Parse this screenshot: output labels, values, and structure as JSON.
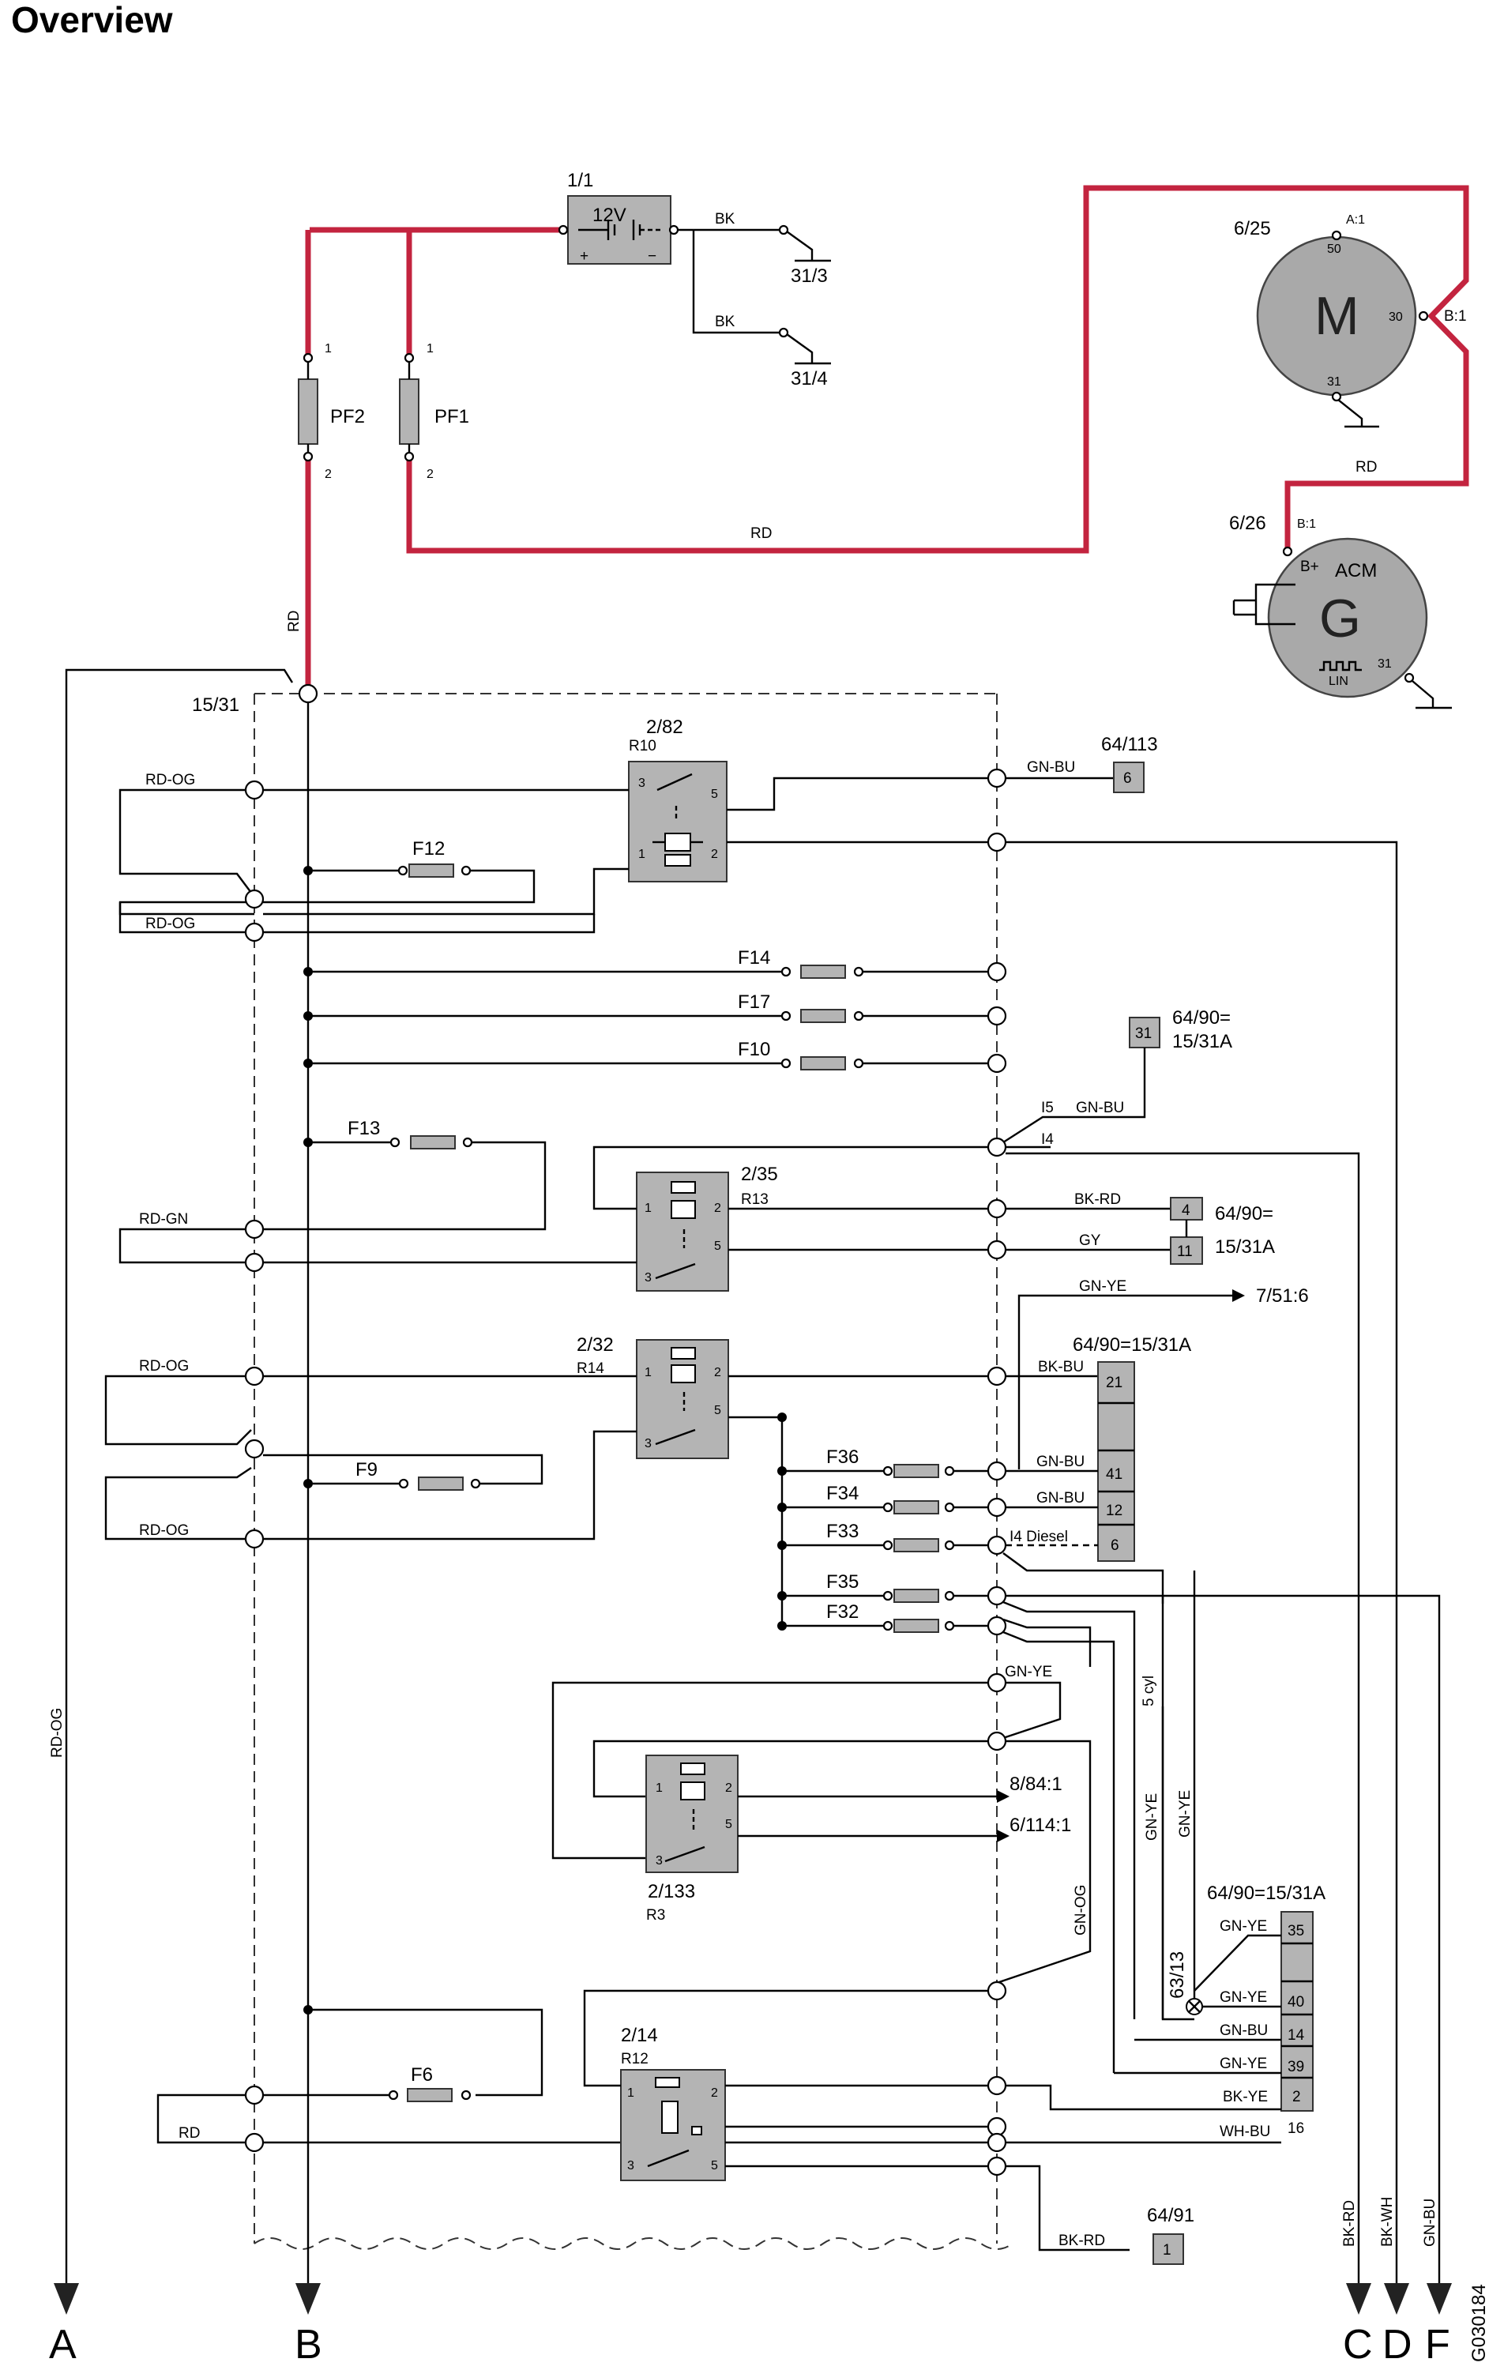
{
  "title": "Overview",
  "figure_id": "G030184",
  "outputs": [
    "A",
    "B",
    "C",
    "D",
    "F"
  ],
  "battery": {
    "ref": "1/1",
    "label": "12V",
    "plus": "+",
    "minus": "−"
  },
  "grounds": [
    "31/3",
    "31/4"
  ],
  "starter": {
    "ref": "6/25",
    "letter": "M",
    "pin_a": "A:1",
    "pin_50": "50",
    "pin_30": "30",
    "pin_b": "B:1",
    "pin_31": "31"
  },
  "alternator": {
    "ref": "6/26",
    "letter": "G",
    "name": "ACM",
    "pin_b": "B:1",
    "pin_bplus": "B+",
    "pin_31": "31",
    "lin": "LIN"
  },
  "power_fuses": [
    {
      "name": "PF2",
      "pin1": "1",
      "pin2": "2"
    },
    {
      "name": "PF1",
      "pin1": "1",
      "pin2": "2"
    }
  ],
  "central_unit": "15/31",
  "fuses": [
    "F12",
    "F14",
    "F17",
    "F10",
    "F13",
    "F9",
    "F36",
    "F34",
    "F33",
    "F35",
    "F32",
    "F6"
  ],
  "relays": [
    {
      "ref": "2/82",
      "sub": "R10"
    },
    {
      "ref": "2/35",
      "sub": "R13"
    },
    {
      "ref": "2/32",
      "sub": "R14"
    },
    {
      "ref": "2/133",
      "sub": "R3"
    },
    {
      "ref": "2/14",
      "sub": "R12"
    }
  ],
  "relay_pins": [
    "1",
    "2",
    "3",
    "5"
  ],
  "wire_colors": {
    "rd": "RD",
    "bk": "BK",
    "rd_og": "RD-OG",
    "rd_gn": "RD-GN",
    "gn_bu": "GN-BU",
    "bk_rd": "BK-RD",
    "gy": "GY",
    "gn_ye": "GN-YE",
    "bk_bu": "BK-BU",
    "gn_og": "GN-OG",
    "bk_ye": "BK-YE",
    "wh_bu": "WH-BU",
    "bk_wh": "BK-WH"
  },
  "connectors": {
    "c64_113": {
      "ref": "64/113",
      "pin": "6"
    },
    "c64_90_a": {
      "ref_line1": "64/90=",
      "ref_line2": "15/31A",
      "pin": "31"
    },
    "c64_90_b": {
      "ref_line1": "64/90=",
      "ref_line2": "15/31A",
      "pins": [
        "4",
        "11"
      ]
    },
    "c64_90_c": {
      "ref": "64/90=15/31A",
      "pins": [
        "21",
        "41",
        "12",
        "6"
      ]
    },
    "c64_90_d": {
      "ref": "64/90=15/31A",
      "pins": [
        "35",
        "40",
        "14",
        "39",
        "2",
        "16"
      ]
    },
    "c64_91": {
      "ref": "64/91",
      "pin": "1"
    }
  },
  "labels": {
    "i5": "I5",
    "i4": "I4",
    "i4_diesel": "I4 Diesel",
    "five_cyl": "5 cyl",
    "ref_7_51_6": "7/51:6",
    "ref_8_84_1": "8/84:1",
    "ref_6_114_1": "6/114:1",
    "ref_63_13": "63/13"
  }
}
